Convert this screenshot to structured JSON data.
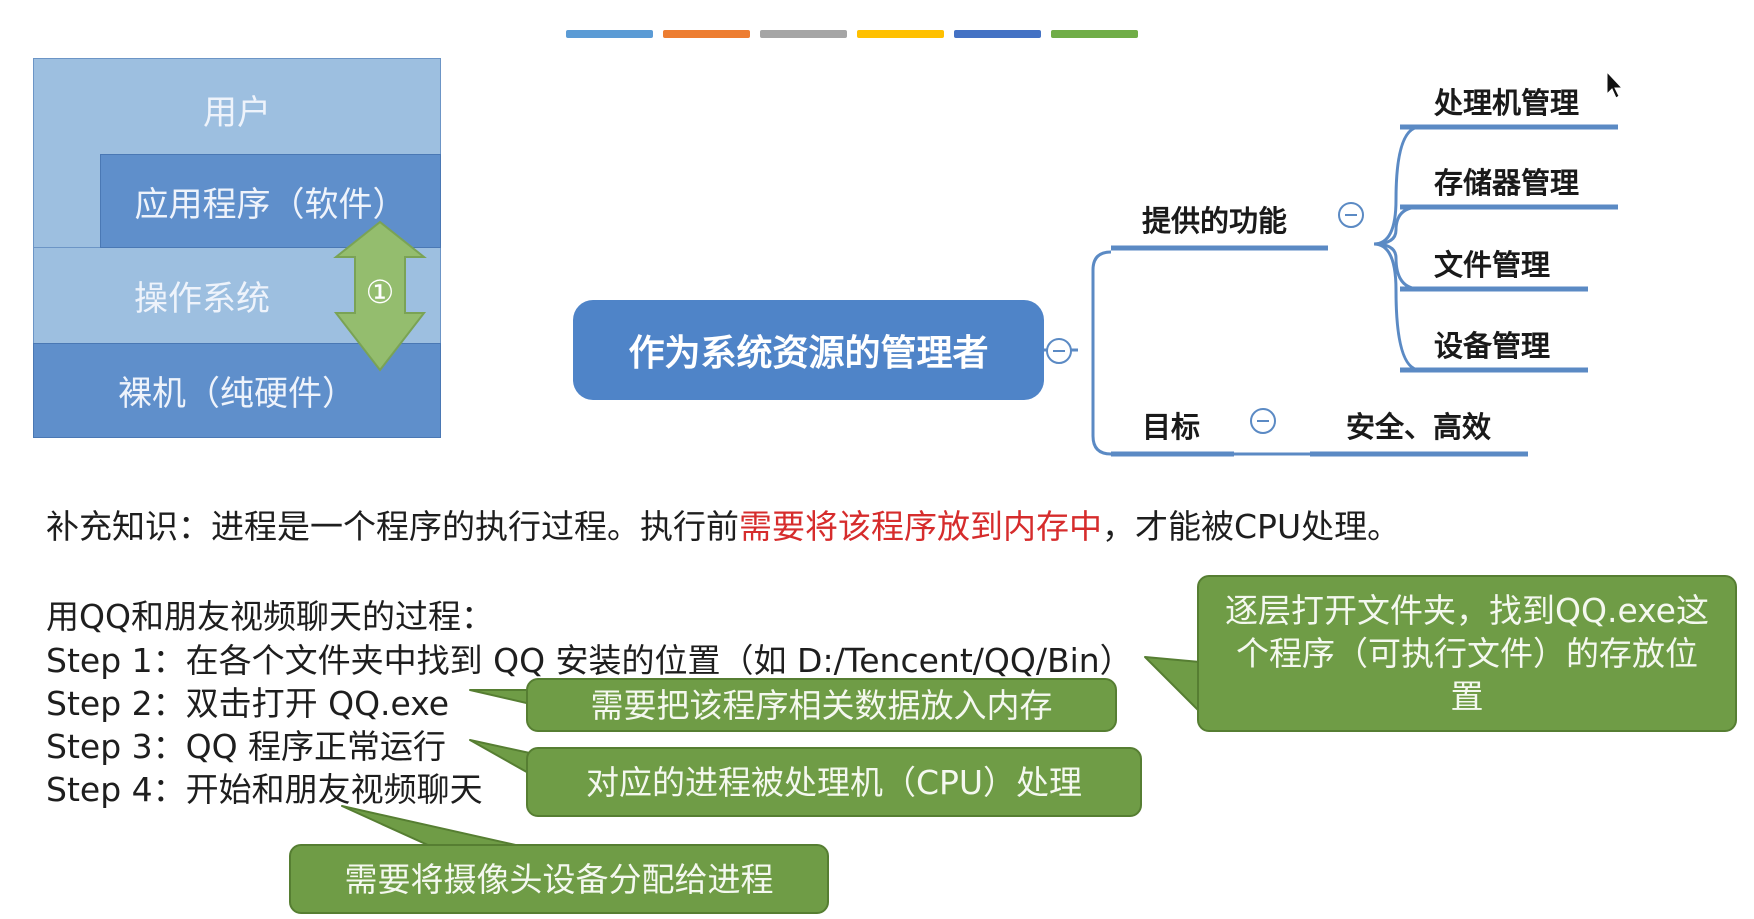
{
  "color_strip": [
    "#5b9bd5",
    "#ed7d31",
    "#a5a5a5",
    "#ffc000",
    "#4472c4",
    "#70ad47"
  ],
  "layers": {
    "user": "用户",
    "app": "应用程序（软件）",
    "os": "操作系统",
    "hardware": "裸机（纯硬件）",
    "marker": "①"
  },
  "mindmap": {
    "root": "作为系统资源的管理者",
    "functions_label": "提供的功能",
    "functions": [
      "处理机管理",
      "存储器管理",
      "文件管理",
      "设备管理"
    ],
    "goal_label": "目标",
    "goal_value": "安全、高效"
  },
  "supplement": {
    "prefix": "补充知识：进程是一个程序的执行过程。执行前",
    "highlight": "需要将该程序放到内存中",
    "suffix": "，才能被CPU处理。"
  },
  "process": {
    "heading": "用QQ和朋友视频聊天的过程：",
    "steps": [
      "Step 1：在各个文件夹中找到 QQ 安装的位置（如 D:/Tencent/QQ/Bin）",
      "Step 2：双击打开 QQ.exe",
      "Step 3：QQ 程序正常运行",
      "Step 4：开始和朋友视频聊天"
    ]
  },
  "callouts": {
    "file_location": "逐层打开文件夹，找到QQ.exe这个程序（可执行文件）的存放位置",
    "memory": "需要把该程序相关数据放入内存",
    "cpu": "对应的进程被处理机（CPU）处理",
    "camera": "需要将摄像头设备分配给进程"
  }
}
